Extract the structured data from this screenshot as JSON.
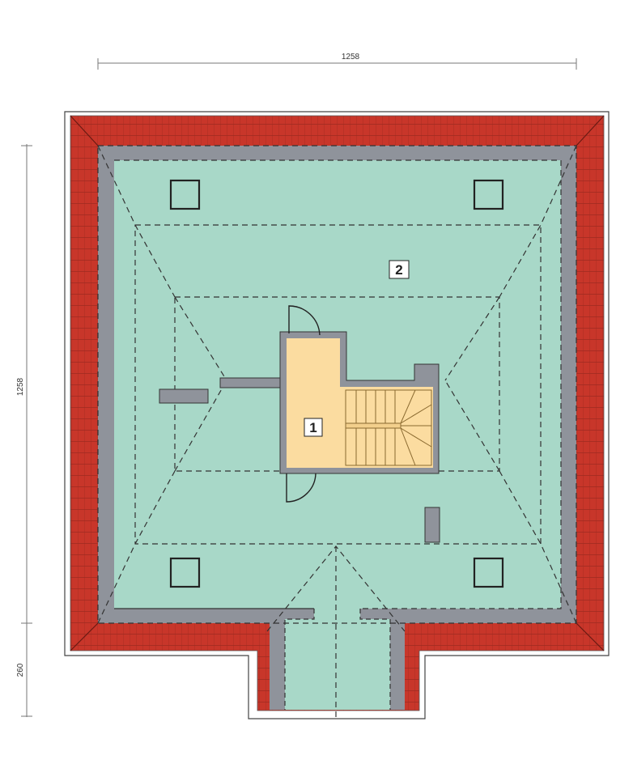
{
  "plan": {
    "dimensions": {
      "top_width": "1258",
      "left_height": "1258",
      "left_extension": "260"
    },
    "rooms": [
      {
        "label": "1"
      },
      {
        "label": "2"
      }
    ],
    "colors": {
      "roof": "#c8362a",
      "wall": "#8f939b",
      "attic": "#a8d8c8",
      "hall": "#fbdca0",
      "outline": "#333333"
    }
  }
}
